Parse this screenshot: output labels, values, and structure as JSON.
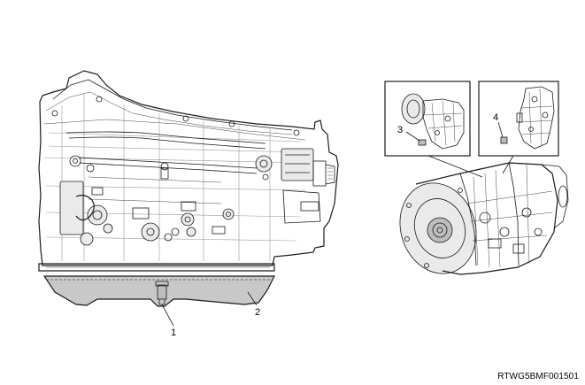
{
  "diagram": {
    "reference_code": "RTWG5BMF001501",
    "callouts": [
      {
        "id": "callout-1",
        "label": "1"
      },
      {
        "id": "callout-2",
        "label": "2"
      },
      {
        "id": "callout-3",
        "label": "3"
      },
      {
        "id": "callout-4",
        "label": "4"
      }
    ],
    "colors": {
      "line": "#1a1a1a",
      "pan_fill": "#c8c8c8",
      "background": "#ffffff"
    }
  }
}
